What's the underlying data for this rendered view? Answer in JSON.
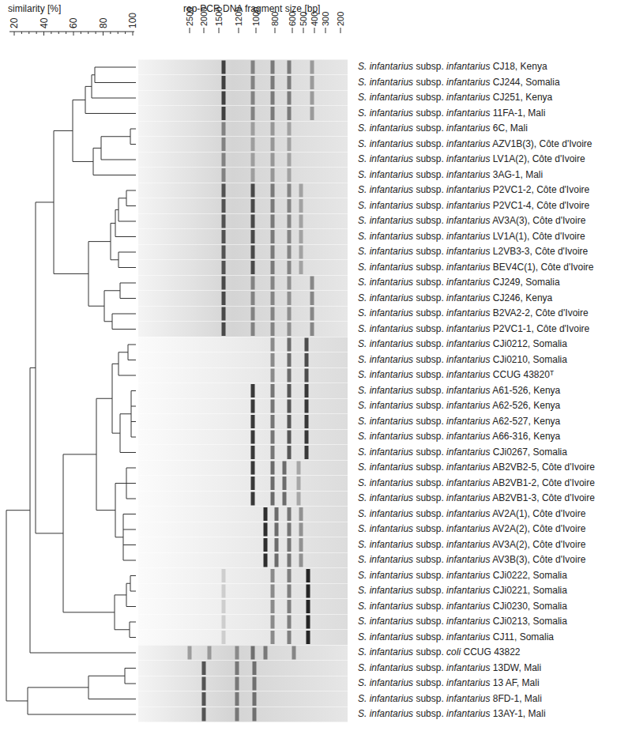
{
  "diagram": {
    "labels": [
      "similarity [%]",
      "20",
      "40",
      "60",
      "80",
      "100",
      "rep-PCR DNA fragment size [bp]",
      "2500",
      "2000",
      "1500",
      "1200",
      "1000",
      "800",
      "600",
      "500",
      "400",
      "300",
      "200",
      "S. infantarius subsp. infantarius CJ18, Kenya",
      "S. infantarius subsp. infantarius CJ244, Somalia",
      "S. infantarius subsp. infantarius CJ251, Kenya",
      "S. infantarius subsp. infantarius 11FA-1, Mali",
      "S. infantarius subsp. infantarius 6C, Mali",
      "S. infantarius subsp. infantarius AZV1B(3), Côte d'Ivoire",
      "S. infantarius subsp. infantarius LV1A(2), Côte d'Ivoire",
      "S. infantarius subsp. infantarius 3AG-1, Mali",
      "S. infantarius subsp. infantarius P2VC1-2, Côte d'Ivoire",
      "S. infantarius subsp. infantarius P2VC1-4, Côte d'Ivoire",
      "S. infantarius subsp. infantarius AV3A(3), Côte d'Ivoire",
      "S. infantarius subsp. infantarius LV1A(1), Côte d'Ivoire",
      "S. infantarius subsp. infantarius L2VB3-3, Côte d'Ivoire",
      "S. infantarius subsp. infantarius BEV4C(1), Côte d'Ivoire",
      "S. infantarius subsp. infantarius CJ249, Somalia",
      "S. infantarius subsp. infantarius CJ246, Kenya",
      "S. infantarius subsp. infantarius B2VA2-2, Côte d'Ivoire",
      "S. infantarius subsp. infantarius P2VC1-1, Côte d'Ivoire",
      "S. infantarius subsp. infantarius CJi0212, Somalia",
      "S. infantarius subsp. infantarius CJi0210, Somalia",
      "S. infantarius subsp. infantarius CCUG 43820ᵀ",
      "S. infantarius subsp. infantarius A61-526, Kenya",
      "S. infantarius subsp. infantarius A62-526, Kenya",
      "S. infantarius subsp. infantarius A62-527, Kenya",
      "S. infantarius subsp. infantarius A66-316, Kenya",
      "S. infantarius subsp. infantarius CJi0267, Somalia",
      "S. infantarius subsp. infantarius AB2VB2-5, Côte d'Ivoire",
      "S. infantarius subsp. infantarius AB2VB1-2, Côte d'Ivoire",
      "S. infantarius subsp. infantarius AB2VB1-3, Côte d'Ivoire",
      "S. infantarius subsp. infantarius AV2A(1), Côte d'Ivoire",
      "S. infantarius subsp. infantarius AV2A(2), Côte d'Ivoire",
      "S. infantarius subsp. infantarius AV3A(2), Côte d'Ivoire",
      "S. infantarius subsp. infantarius AV3B(3), Côte d'Ivoire",
      "S. infantarius subsp. infantarius CJi0222, Somalia",
      "S. infantarius subsp. infantarius CJi0221, Somalia",
      "S. infantarius subsp. infantarius CJi0230, Somalia",
      "S. infantarius subsp. infantarius CJi0213, Somalia",
      "S. infantarius subsp. infantarius CJ11, Somalia",
      "S. infantarius subsp. coli CCUG 43822",
      "S. infantarius subsp. infantarius 13DW, Mali",
      "S. infantarius subsp. infantarius 13 AF, Mali",
      "S. infantarius subsp. infantarius 8FD-1, Mali",
      "S. infantarius subsp. infantarius 13AY-1, Mali"
    ]
  }
}
